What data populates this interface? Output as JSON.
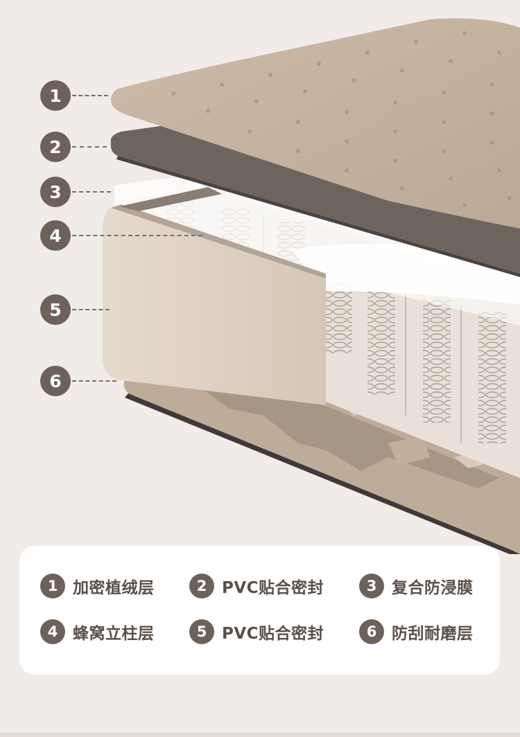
{
  "markers": [
    "1",
    "2",
    "3",
    "4",
    "5",
    "6"
  ],
  "legend": {
    "items": [
      {
        "num": "1",
        "label": "加密植绒层"
      },
      {
        "num": "2",
        "label": "PVC贴合密封"
      },
      {
        "num": "3",
        "label": "复合防浸膜"
      },
      {
        "num": "4",
        "label": "蜂窝立柱层"
      },
      {
        "num": "5",
        "label": "PVC贴合密封"
      },
      {
        "num": "6",
        "label": "防刮耐磨层"
      }
    ]
  },
  "colors": {
    "background": "#f1ece8",
    "marker": "#6e615a",
    "flock_top": "#c8b5a1",
    "pvc_sheet": "#6d645e",
    "pvc_side": "#e0d3c6",
    "bottom_layer": "#c3b09c",
    "bottom_inlay": "#a89684",
    "legend_bg": "#ffffff"
  }
}
